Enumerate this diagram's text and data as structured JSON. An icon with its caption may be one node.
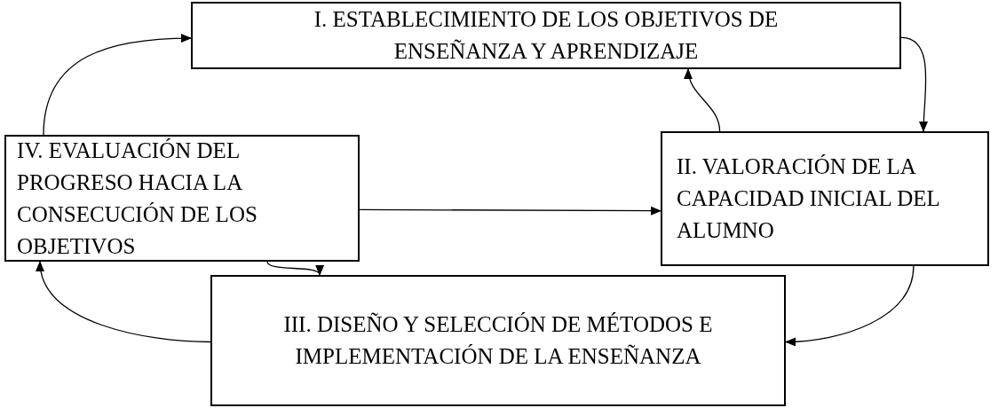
{
  "diagram": {
    "nodes": [
      {
        "text": [
          "I. ESTABLECIMIENTO DE LOS OBJETIVOS DE ENSEÑANZA Y APRENDIZAJE"
        ]
      },
      {
        "text": [
          "II. VALORACIÓN DE LA CAPACIDAD INICIAL DEL ALUMNO"
        ]
      },
      {
        "text": [
          "III. DISEÑO Y SELECCIÓN DE MÉTODOS E IMPLEMENTACIÓN DE LA ENSEÑANZA"
        ]
      },
      {
        "text": [
          "IV. EVALUACIÓN DEL PROGRESO HACIA LA CONSECUCIÓN DE LOS OBJETIVOS"
        ]
      }
    ],
    "edges": [
      {
        "from": 3,
        "to": 0,
        "arrow": "to"
      },
      {
        "from": 0,
        "to": 1,
        "arrow": "to"
      },
      {
        "from": 1,
        "to": 0,
        "arrow": "to"
      },
      {
        "from": 3,
        "to": 1,
        "arrow": "to"
      },
      {
        "from": 1,
        "to": 2,
        "arrow": "to"
      },
      {
        "from": 3,
        "to": 2,
        "arrow": "to"
      },
      {
        "from": 2,
        "to": 3,
        "arrow": "to"
      }
    ]
  }
}
